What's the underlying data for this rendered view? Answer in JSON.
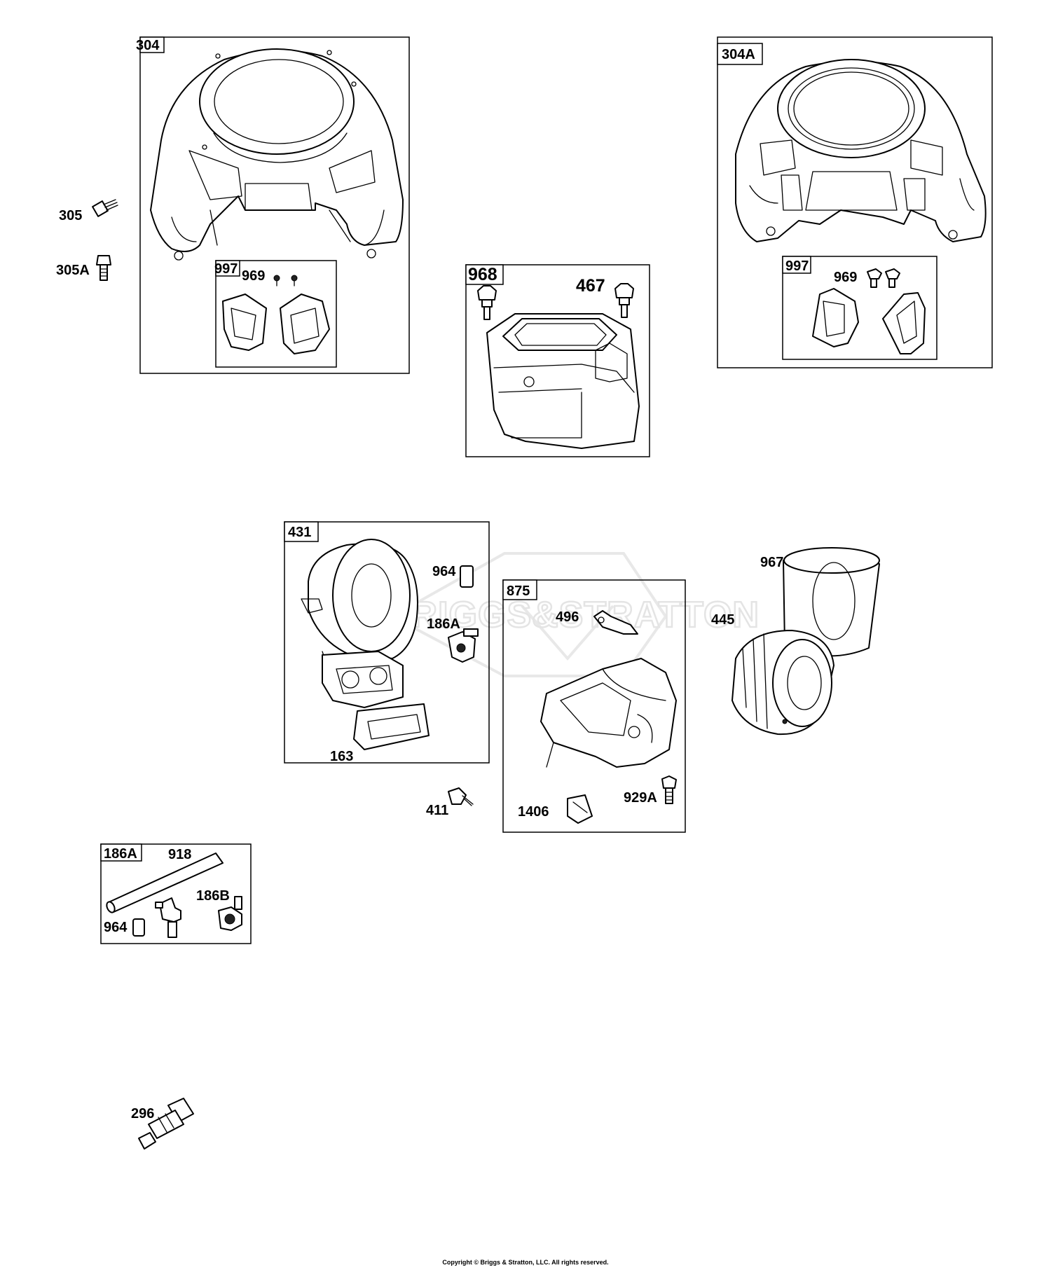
{
  "watermark": "BRIGGS&STRATTON",
  "copyright": "Copyright © Briggs & Stratton, LLC. All rights reserved.",
  "groups": {
    "g304": {
      "tag": "304",
      "sub_tag": "997",
      "sub_part": "969"
    },
    "g304A": {
      "tag": "304A",
      "sub_tag": "997",
      "sub_part": "969"
    },
    "g968": {
      "tag": "968",
      "part": "467"
    },
    "g431": {
      "tag": "431",
      "parts": [
        "964",
        "186A",
        "163"
      ]
    },
    "g875": {
      "tag": "875",
      "parts": [
        "496",
        "929A",
        "1406"
      ]
    },
    "g186A": {
      "tag": "186A",
      "parts": [
        "918",
        "186B",
        "964"
      ]
    }
  },
  "loose_parts": [
    "305",
    "305A",
    "411",
    "967",
    "445",
    "296"
  ]
}
